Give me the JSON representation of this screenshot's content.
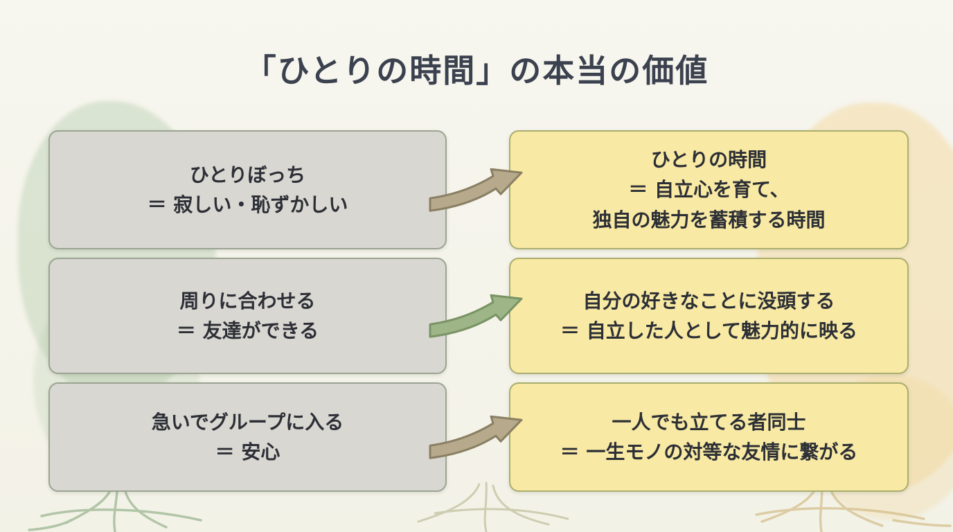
{
  "title": "「ひとりの時間」の本当の価値",
  "rows": [
    {
      "left_lines": [
        "ひとりぼっち",
        "＝ 寂しい・恥ずかしい"
      ],
      "right_lines": [
        "ひとりの時間",
        "＝ 自立心を育て、",
        "独自の魅力を蓄積する時間"
      ],
      "arrow_fill": "#b6a98c",
      "arrow_stroke": "#8a7f63"
    },
    {
      "left_lines": [
        "周りに合わせる",
        "＝ 友達ができる"
      ],
      "right_lines": [
        "自分の好きなことに没頭する",
        "＝ 自立した人として魅力的に映る"
      ],
      "arrow_fill": "#9db587",
      "arrow_stroke": "#7a9364"
    },
    {
      "left_lines": [
        "急いでグループに入る",
        "＝ 安心"
      ],
      "right_lines": [
        "一人でも立てる者同士",
        "＝ 一生モノの対等な友情に繋がる"
      ],
      "arrow_fill": "#b6a98c",
      "arrow_stroke": "#8a7f63"
    }
  ],
  "colors": {
    "background": "#f4f3ea",
    "left_box_bg": "#d9d7d2",
    "left_box_border": "#9aa492",
    "right_box_bg": "#f8e9a4",
    "right_box_border": "#a9ae6c",
    "text": "#2c2f35",
    "title": "#3b414e"
  }
}
